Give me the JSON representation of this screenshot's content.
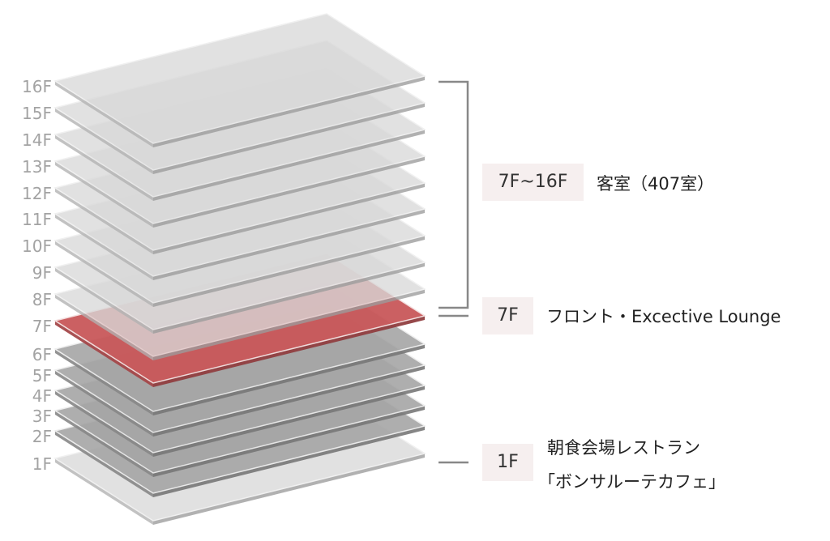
{
  "floor_labels": [
    "16F",
    "15F",
    "14F",
    "13F",
    "12F",
    "11F",
    "10F",
    "9F",
    "8F",
    "7F",
    "6F",
    "5F",
    "4F",
    "3F",
    "2F",
    "1F"
  ],
  "highlighted_floor": "7F",
  "colors": {
    "upper_slab": "#d9d9d9",
    "lower_slab": "#a6a6a6",
    "highlight_slab": "#c9585a",
    "bracket": "#888888",
    "tag_background": "#f6efef"
  },
  "callouts": {
    "guest_rooms": {
      "tag": "7F~16F",
      "description": "客室（407室）"
    },
    "front": {
      "tag": "7F",
      "description": "フロント・Excective Lounge"
    },
    "ground": {
      "tag": "1F",
      "description_line1": "朝食会場レストラン",
      "description_line2": "「ボンサルーテカフェ」"
    }
  }
}
